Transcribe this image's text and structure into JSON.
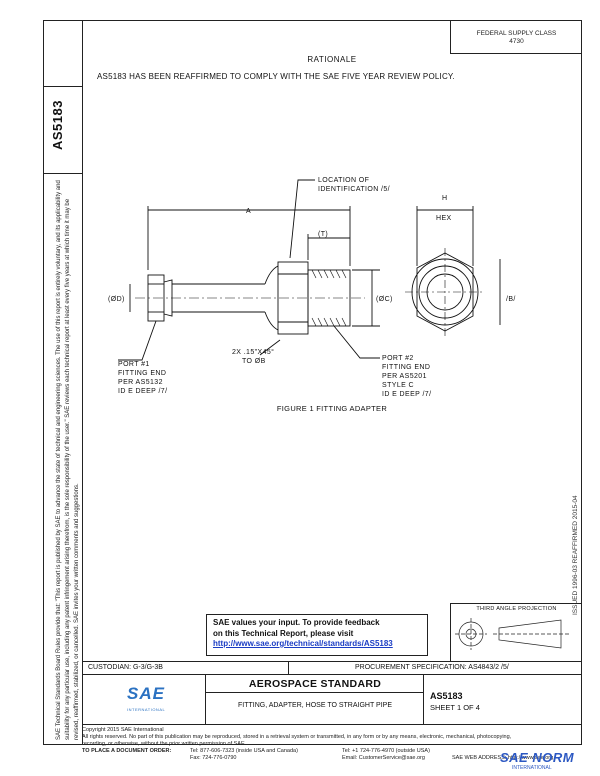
{
  "header": {
    "fed_supply_line1": "FEDERAL SUPPLY CLASS",
    "fed_supply_line2": "4730"
  },
  "doc_number_vertical": "AS5183",
  "rationale": {
    "title": "RATIONALE",
    "text": "AS5183 HAS BEEN REAFFIRMED TO COMPLY WITH THE SAE FIVE YEAR REVIEW POLICY."
  },
  "left_legal_text": "SAE Technical Standards Board Rules provide that: \"This report is published by SAE to advance the state of technical and engineering sciences. The use of this report is entirely voluntary, and its applicability and suitability for any particular use, including any patent infringement arising therefrom, is the sole responsibility of the user.\" SAE reviews each technical report at least every five years at which time it may be revised, reaffirmed, stabilized, or cancelled. SAE invites your written comments and suggestions.",
  "right_vertical_text": "ISSUED 1996-03    REAFFIRMED 2015-04",
  "drawing": {
    "label_location": "LOCATION OF",
    "label_identification": "IDENTIFICATION /5/",
    "label_a": "A",
    "label_h": "H",
    "label_hex": "HEX",
    "label_t": "(T)",
    "label_d": "(ØD)",
    "label_c": "(ØC)",
    "label_b": "/B/",
    "label_chamfer1": "2X .15\"X45°",
    "label_chamfer2": "TO ØB",
    "port1_l1": "PORT #1",
    "port1_l2": "FITTING END",
    "port1_l3": "PER AS5132",
    "port1_l4": "ID E DEEP /7/",
    "port2_l1": "PORT #2",
    "port2_l2": "FITTING END",
    "port2_l3": "PER AS5201",
    "port2_l4": "STYLE C",
    "port2_l5": "ID E DEEP /7/"
  },
  "figure_caption": "FIGURE 1  FITTING ADAPTER",
  "feedback": {
    "line1": "SAE values your input. To provide feedback",
    "line2": "on this Technical Report, please visit",
    "link": "http://www.sae.org/technical/standards/AS5183"
  },
  "third_angle_title": "THIRD ANGLE PROJECTION",
  "band": {
    "custodian": "CUSTODIAN: G-3/G-3B",
    "procurement": "PROCUREMENT SPECIFICATION: AS4843/2 /5/"
  },
  "title_block": {
    "standard_title": "AEROSPACE STANDARD",
    "part_title": "FITTING, ADAPTER, HOSE TO STRAIGHT PIPE",
    "doc_no": "AS5183",
    "sheet": "SHEET 1 OF 4"
  },
  "logo": {
    "text": "SAE",
    "sub": "INTERNATIONAL"
  },
  "footer": {
    "copyright": "Copyright 2015 SAE International",
    "rights": "All rights reserved. No part of this publication may be reproduced, stored in a retrieval system or transmitted, in any form or by any means, electronic, mechanical, photocopying,",
    "rights2": "recording, or otherwise, without the prior written permission of SAE.",
    "order_label": "TO PLACE A DOCUMENT ORDER:",
    "tel1": "Tel: 877-606-7323 (inside USA and Canada)",
    "tel2": "Tel: +1 724-776-4970 (outside USA)",
    "fax": "Fax: 724-776-0790",
    "email": "Email: CustomerService@sae.org",
    "web": "SAE WEB ADDRESS: http://www.sae.org"
  },
  "watermark": {
    "text": "SAE NORM",
    "sub": "INTERNATIONAL"
  }
}
